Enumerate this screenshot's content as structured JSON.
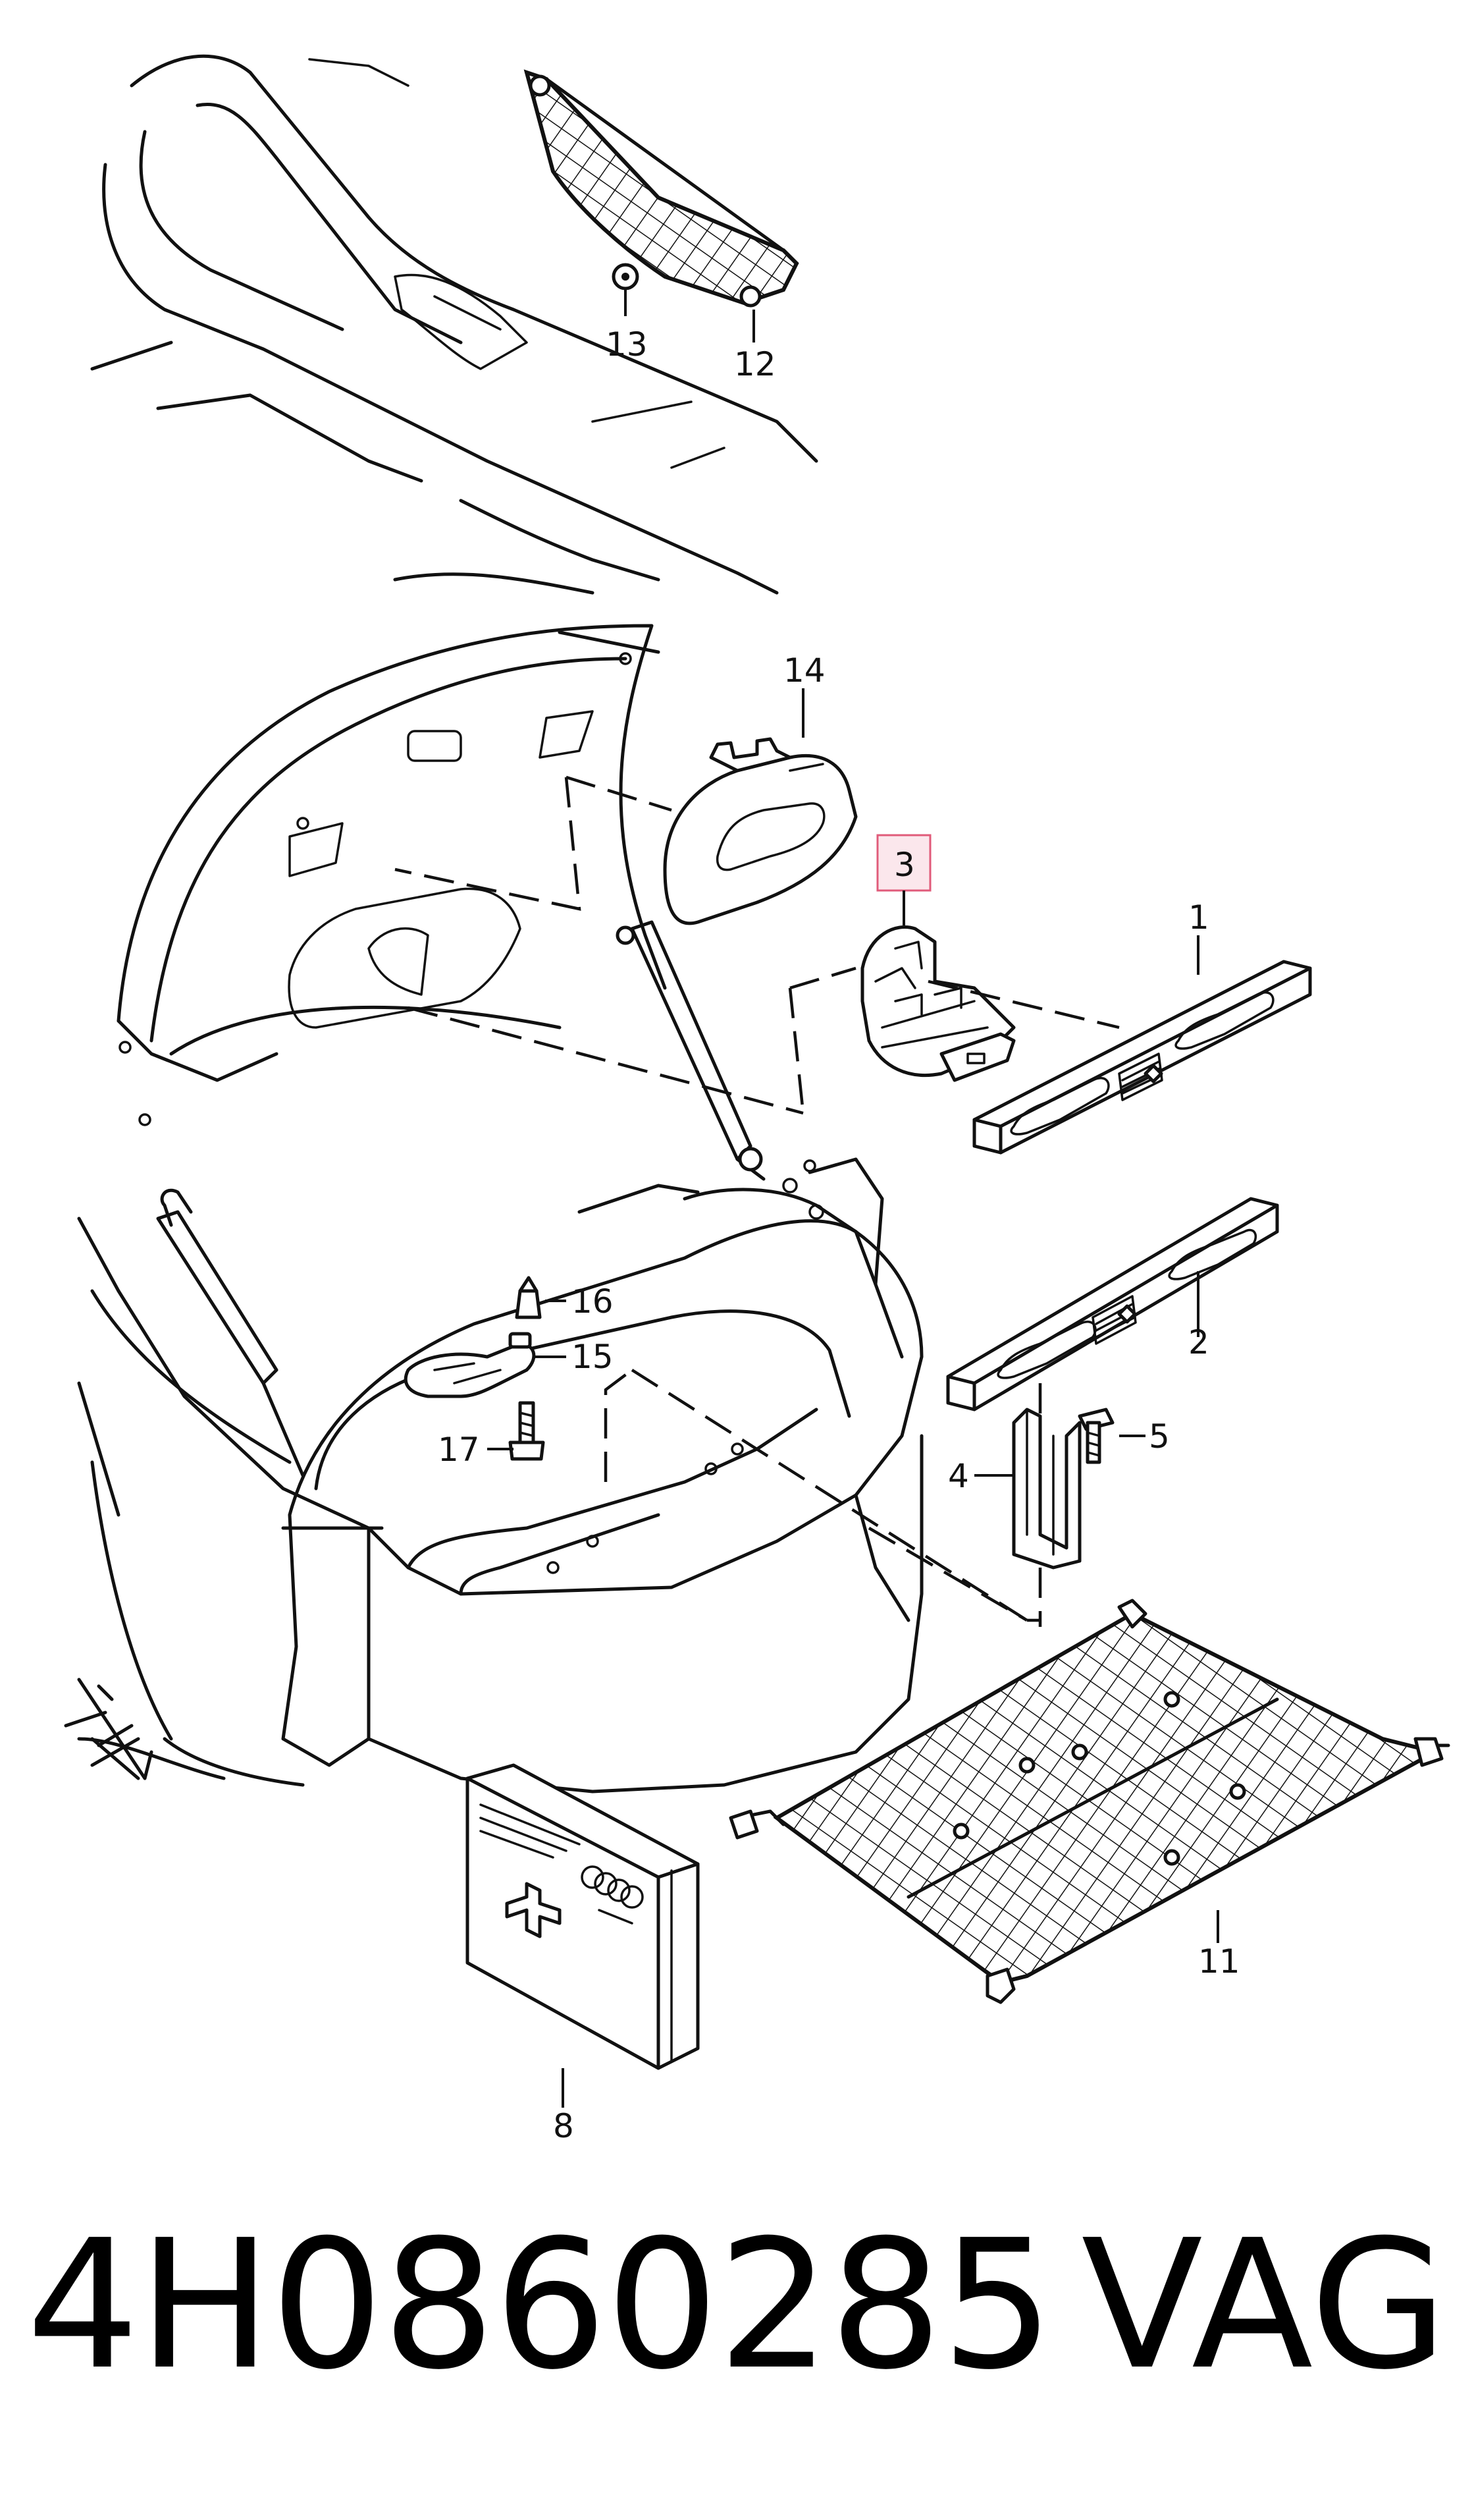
{
  "callouts": {
    "c1": "1",
    "c2": "2",
    "c3": "3",
    "c4": "4",
    "c5": "5",
    "c8": "8",
    "c11": "11",
    "c12": "12",
    "c13": "13",
    "c14": "14",
    "c15": "15",
    "c16": "16",
    "c17": "17"
  },
  "highlight_color": "#e05b7a",
  "footer": {
    "part_number": "4H0860285",
    "brand": "VAG"
  }
}
